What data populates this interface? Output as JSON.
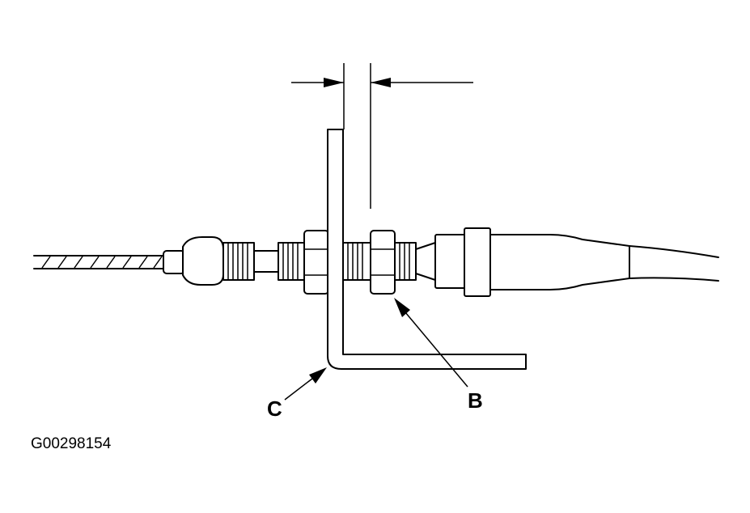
{
  "figure_id": "G00298154",
  "callouts": {
    "c": "C",
    "b": "B"
  },
  "colors": {
    "line": "#000000",
    "background": "#ffffff"
  }
}
